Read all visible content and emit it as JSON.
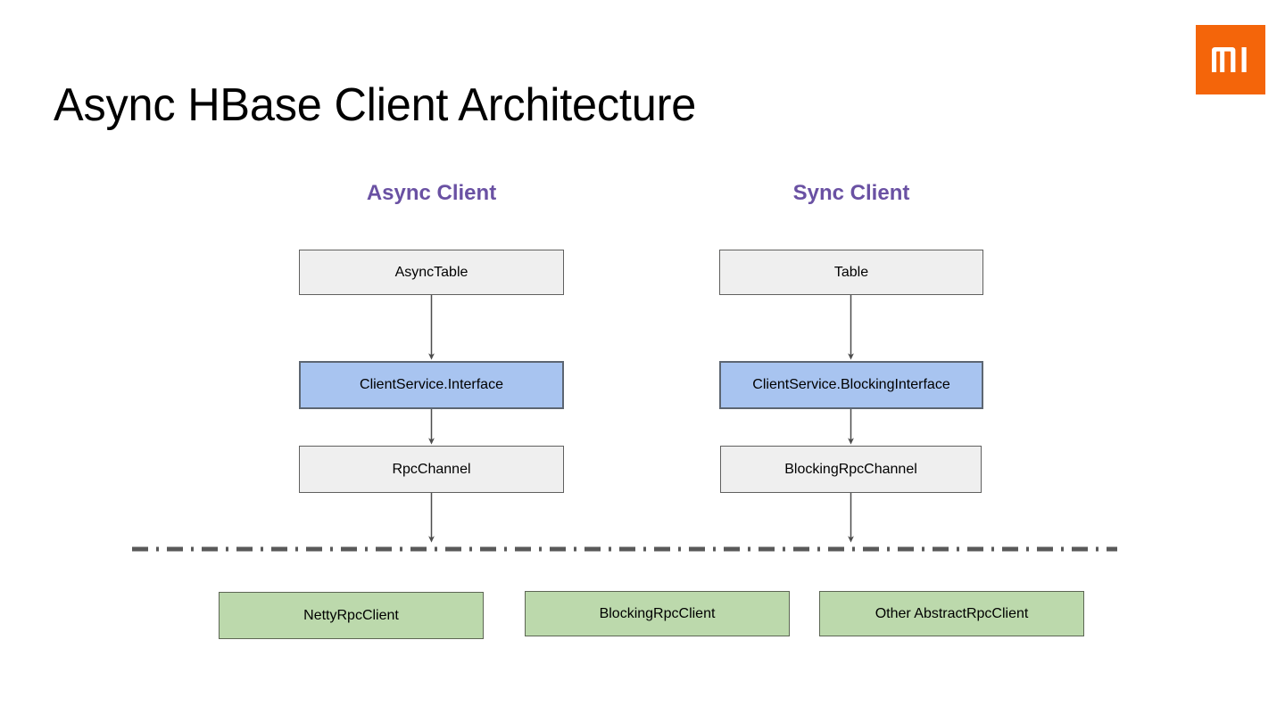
{
  "slide": {
    "title": "Async HBase Client Architecture",
    "logo": {
      "name": "xiaomi-mi-logo",
      "text": "MI",
      "color": "#f4650a"
    }
  },
  "columns": [
    {
      "id": "async",
      "heading": "Async Client",
      "color": "#6a51a3"
    },
    {
      "id": "sync",
      "heading": "Sync Client",
      "color": "#6a51a3"
    }
  ],
  "nodes": {
    "async_table": {
      "label": "AsyncTable",
      "fill": "#efefef",
      "column": "async"
    },
    "async_interface": {
      "label": "ClientService.Interface",
      "fill": "#a8c4f0",
      "column": "async"
    },
    "async_rpc_channel": {
      "label": "RpcChannel",
      "fill": "#efefef",
      "column": "async"
    },
    "sync_table": {
      "label": "Table",
      "fill": "#efefef",
      "column": "sync"
    },
    "sync_interface": {
      "label": "ClientService.BlockingInterface",
      "fill": "#a8c4f0",
      "column": "sync"
    },
    "sync_rpc_channel": {
      "label": "BlockingRpcChannel",
      "fill": "#efefef",
      "column": "sync"
    },
    "netty_rpc_client": {
      "label": "NettyRpcClient",
      "fill": "#bcd9ac",
      "column": "shared"
    },
    "blocking_rpc_client": {
      "label": "BlockingRpcClient",
      "fill": "#bcd9ac",
      "column": "shared"
    },
    "other_abstract_client": {
      "label": "Other AbstractRpcClient",
      "fill": "#bcd9ac",
      "column": "shared"
    }
  },
  "edges": [
    {
      "from": "async_table",
      "to": "async_interface",
      "style": "arrow"
    },
    {
      "from": "async_interface",
      "to": "async_rpc_channel",
      "style": "arrow"
    },
    {
      "from": "async_rpc_channel",
      "to": "divider",
      "style": "arrow"
    },
    {
      "from": "sync_table",
      "to": "sync_interface",
      "style": "arrow"
    },
    {
      "from": "sync_interface",
      "to": "sync_rpc_channel",
      "style": "arrow"
    },
    {
      "from": "sync_rpc_channel",
      "to": "divider",
      "style": "arrow"
    }
  ],
  "divider": {
    "name": "dash-dot-separator",
    "style": "dash-dot",
    "color": "#595959"
  }
}
